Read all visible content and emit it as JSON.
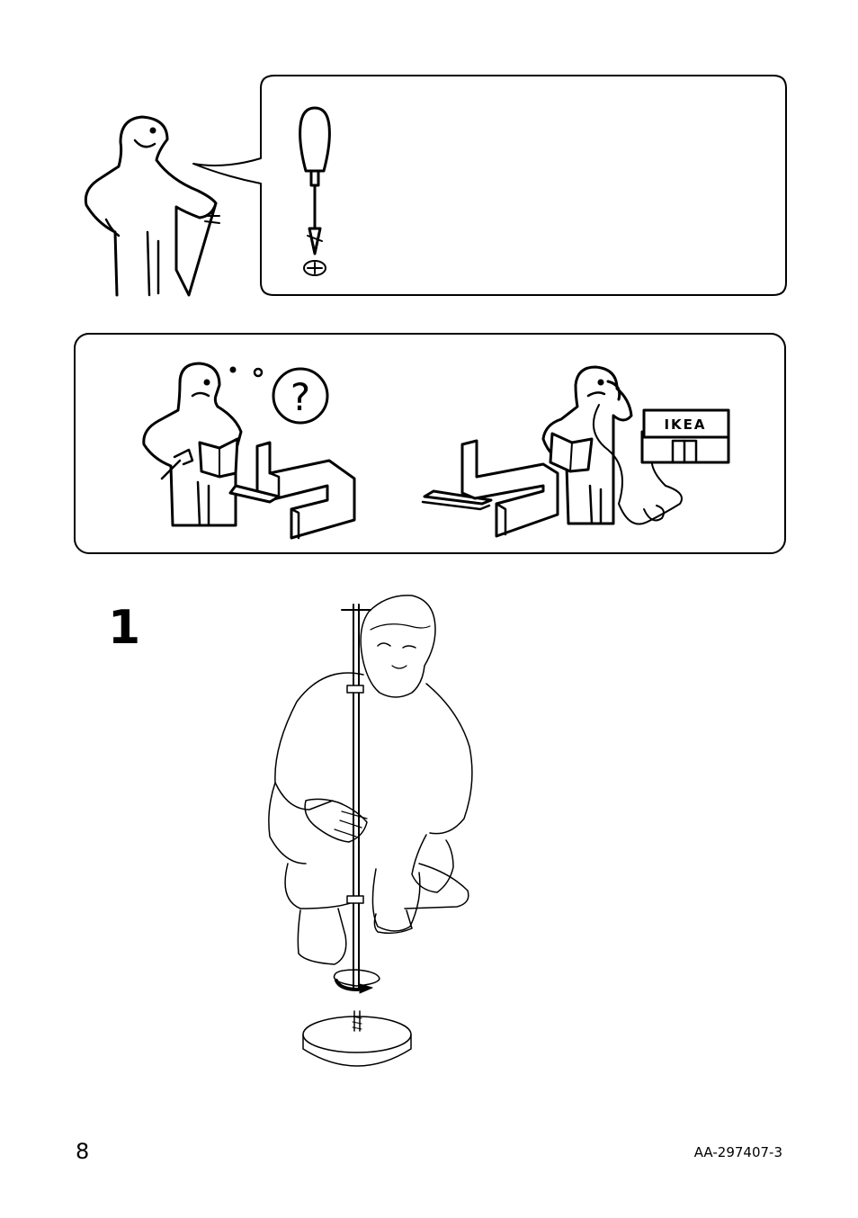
{
  "tool_panel": {
    "tool_icon": "screwdriver-icon",
    "head_icon": "phillips-head-icon"
  },
  "help_panel": {
    "question_mark": "?",
    "store_sign": "IKEA",
    "icons": [
      "confused-person-icon",
      "phone-person-icon",
      "store-icon"
    ]
  },
  "step": {
    "number": "1",
    "illustration": "crouching-person-assembling-lamp-pole"
  },
  "footer": {
    "page_number": "8",
    "document_code": "AA-297407-3"
  }
}
